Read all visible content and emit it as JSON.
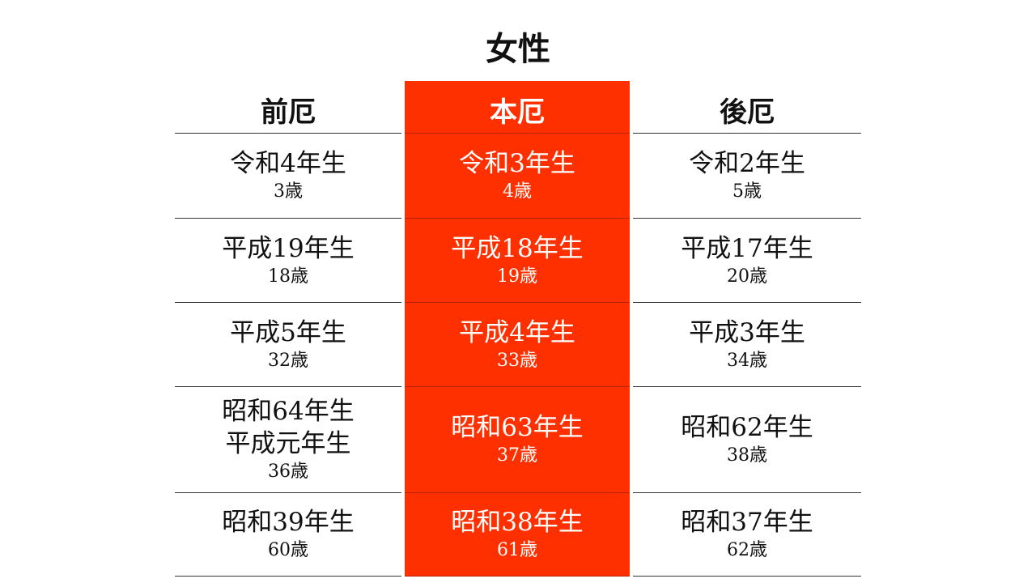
{
  "title": "女性",
  "columns": [
    {
      "header": "前厄",
      "rows": [
        {
          "lines": [
            "令和4年生"
          ],
          "age": "3歳"
        },
        {
          "lines": [
            "平成19年生"
          ],
          "age": "18歳"
        },
        {
          "lines": [
            "平成5年生"
          ],
          "age": "32歳"
        },
        {
          "lines": [
            "昭和64年生",
            "平成元年生"
          ],
          "age": "36歳"
        },
        {
          "lines": [
            "昭和39年生"
          ],
          "age": "60歳"
        }
      ]
    },
    {
      "header": "本厄",
      "rows": [
        {
          "lines": [
            "令和3年生"
          ],
          "age": "4歳"
        },
        {
          "lines": [
            "平成18年生"
          ],
          "age": "19歳"
        },
        {
          "lines": [
            "平成4年生"
          ],
          "age": "33歳"
        },
        {
          "lines": [
            "昭和63年生"
          ],
          "age": "37歳"
        },
        {
          "lines": [
            "昭和38年生"
          ],
          "age": "61歳"
        }
      ]
    },
    {
      "header": "後厄",
      "rows": [
        {
          "lines": [
            "令和2年生"
          ],
          "age": "5歳"
        },
        {
          "lines": [
            "平成17年生"
          ],
          "age": "20歳"
        },
        {
          "lines": [
            "平成3年生"
          ],
          "age": "34歳"
        },
        {
          "lines": [
            "昭和62年生"
          ],
          "age": "38歳"
        },
        {
          "lines": [
            "昭和37年生"
          ],
          "age": "62歳"
        }
      ]
    }
  ],
  "colors": {
    "highlight": "#ff3000",
    "text": "#111111",
    "highlight_text": "#ffffff"
  }
}
